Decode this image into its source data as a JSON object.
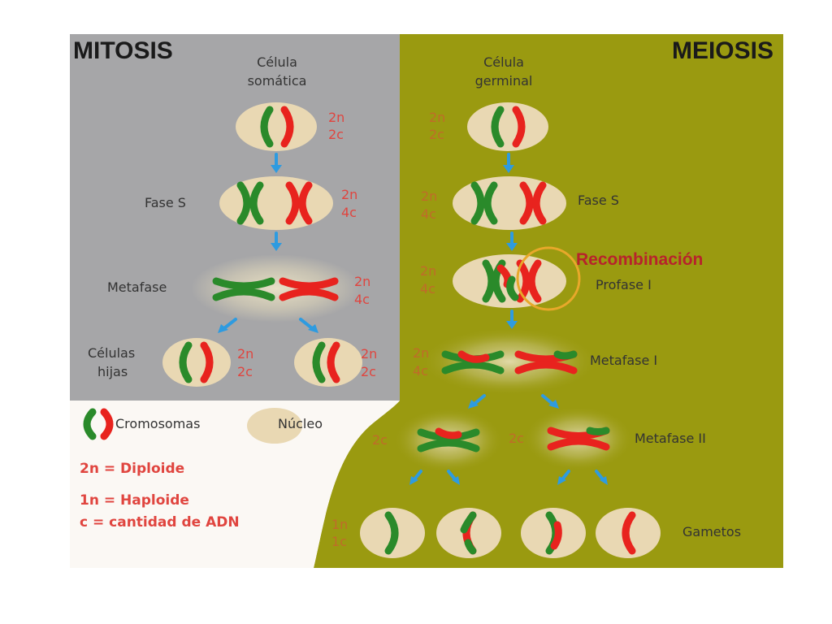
{
  "mitosis": {
    "title": "MITOSIS",
    "start_label_line1": "Célula",
    "start_label_line2": "somática",
    "stages": {
      "fase_s": "Fase S",
      "metafase": "Metafase",
      "hijas_line1": "Células",
      "hijas_line2": "hijas"
    },
    "ploidy": {
      "start": [
        "2n",
        "2c"
      ],
      "fase_s": [
        "2n",
        "4c"
      ],
      "metafase": [
        "2n",
        "4c"
      ],
      "hija1": [
        "2n",
        "2c"
      ],
      "hija2": [
        "2n",
        "2c"
      ]
    }
  },
  "meiosis": {
    "title": "MEIOSIS",
    "start_label_line1": "Célula",
    "start_label_line2": "germinal",
    "recombinacion": "Recombinación",
    "stages": {
      "fase_s": "Fase S",
      "profase": "Profase I",
      "metafase1": "Metafase I",
      "metafase2": "Metafase II",
      "gametos": "Gametos"
    },
    "ploidy": {
      "start": [
        "2n",
        "2c"
      ],
      "fase_s": [
        "2n",
        "4c"
      ],
      "profase": [
        "2n",
        "4c"
      ],
      "metafase1": [
        "2n",
        "4c"
      ],
      "metafase2_left": "2c",
      "metafase2_right": "2c",
      "gametos": [
        "1n",
        "1c"
      ]
    }
  },
  "legend": {
    "cromosomas": "Cromosomas",
    "nucleo": "Núcleo",
    "diploide": "2n = Diploide",
    "haploide": "1n = Haploide",
    "adn": "c = cantidad de ADN"
  },
  "colors": {
    "mitosis_bg": "#a6a6a8",
    "meiosis_bg": "#9a9a10",
    "chromosome_green": "#2a8a2a",
    "chromosome_red": "#e8231e",
    "nucleus": "#e9d8b3",
    "arrow": "#2e9be0",
    "ploidy_text": "#e0453f",
    "recombination": "#b7232b"
  }
}
